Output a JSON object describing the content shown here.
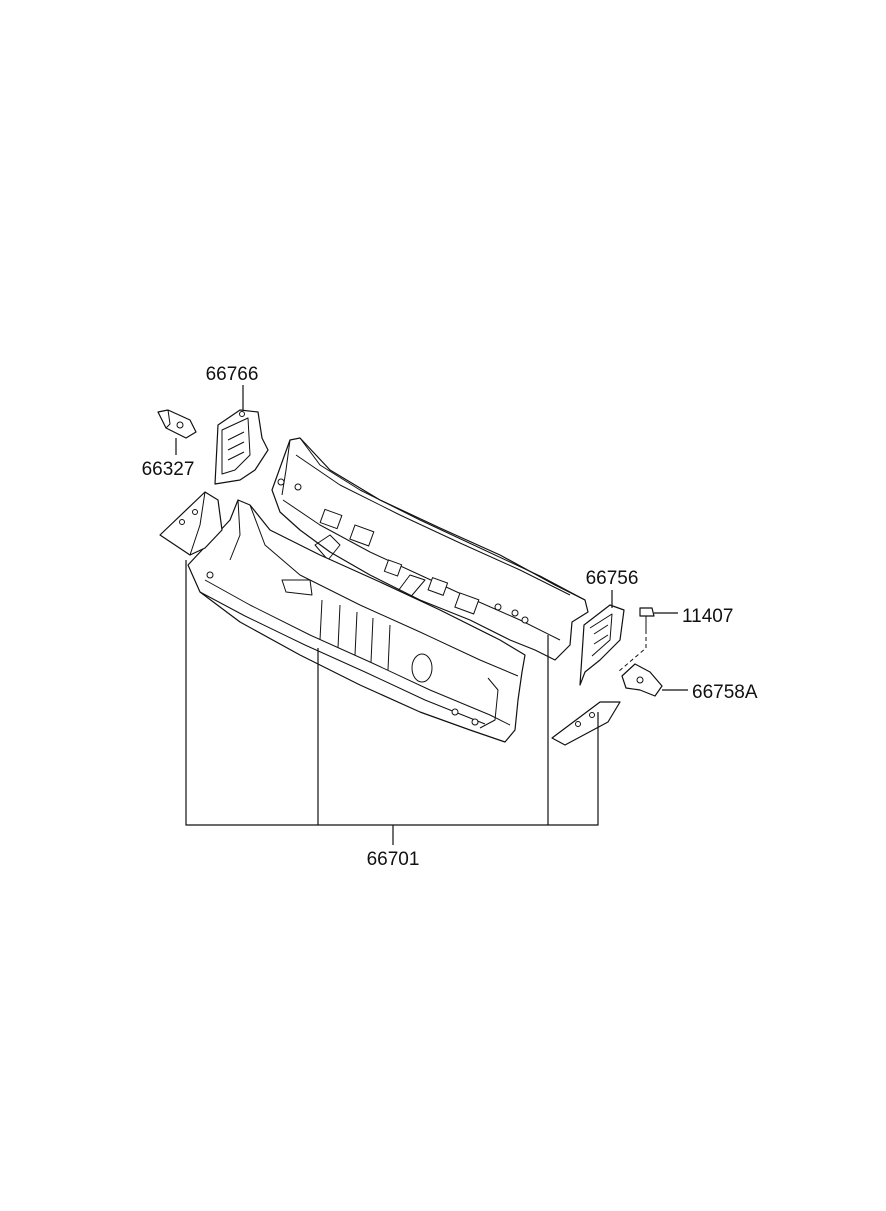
{
  "parts": [
    {
      "id": "66766",
      "label": "66766"
    },
    {
      "id": "66327",
      "label": "66327"
    },
    {
      "id": "66756",
      "label": "66756"
    },
    {
      "id": "11407",
      "label": "11407"
    },
    {
      "id": "66758A",
      "label": "66758A"
    },
    {
      "id": "66701",
      "label": "66701"
    }
  ]
}
